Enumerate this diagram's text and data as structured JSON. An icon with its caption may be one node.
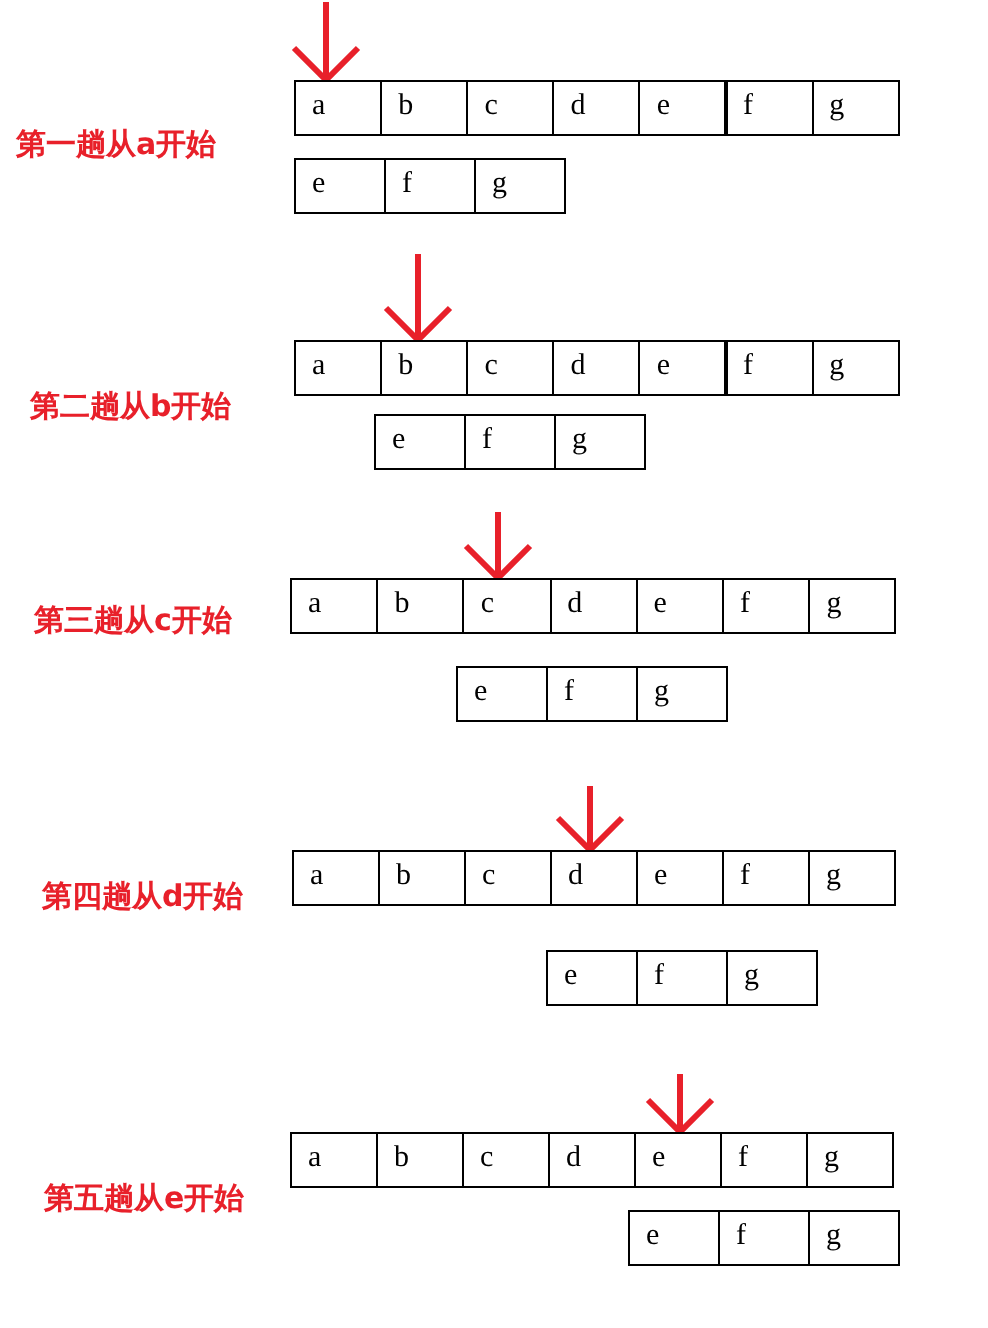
{
  "diagram": {
    "nodes": [
      {
        "text": [
          "a"
        ]
      },
      {
        "text": [
          "b"
        ]
      },
      {
        "text": [
          "c"
        ]
      },
      {
        "text": [
          "d"
        ]
      },
      {
        "text": [
          "e"
        ]
      },
      {
        "text": [
          "f"
        ]
      },
      {
        "text": [
          "g"
        ]
      },
      {
        "text": [
          "e"
        ]
      },
      {
        "text": [
          "f"
        ]
      },
      {
        "text": [
          "g"
        ]
      },
      {
        "text": [
          "a"
        ]
      },
      {
        "text": [
          "b"
        ]
      },
      {
        "text": [
          "c"
        ]
      },
      {
        "text": [
          "d"
        ]
      },
      {
        "text": [
          "e"
        ]
      },
      {
        "text": [
          "f"
        ]
      },
      {
        "text": [
          "g"
        ]
      },
      {
        "text": [
          "e"
        ]
      },
      {
        "text": [
          "f"
        ]
      },
      {
        "text": [
          "g"
        ]
      },
      {
        "text": [
          "a"
        ]
      },
      {
        "text": [
          "b"
        ]
      },
      {
        "text": [
          "c"
        ]
      },
      {
        "text": [
          "d"
        ]
      },
      {
        "text": [
          "e"
        ]
      },
      {
        "text": [
          "f"
        ]
      },
      {
        "text": [
          "g"
        ]
      },
      {
        "text": [
          "e"
        ]
      },
      {
        "text": [
          "f"
        ]
      },
      {
        "text": [
          "g"
        ]
      },
      {
        "text": [
          "a"
        ]
      },
      {
        "text": [
          "b"
        ]
      },
      {
        "text": [
          "c"
        ]
      },
      {
        "text": [
          "d"
        ]
      },
      {
        "text": [
          "e"
        ]
      },
      {
        "text": [
          "f"
        ]
      },
      {
        "text": [
          "g"
        ]
      },
      {
        "text": [
          "e"
        ]
      },
      {
        "text": [
          "f"
        ]
      },
      {
        "text": [
          "g"
        ]
      },
      {
        "text": [
          "a"
        ]
      },
      {
        "text": [
          "b"
        ]
      },
      {
        "text": [
          "c"
        ]
      },
      {
        "text": [
          "d"
        ]
      },
      {
        "text": [
          "e"
        ]
      },
      {
        "text": [
          "f"
        ]
      },
      {
        "text": [
          "g"
        ]
      },
      {
        "text": [
          "e"
        ]
      },
      {
        "text": [
          "f"
        ]
      },
      {
        "text": [
          "g"
        ]
      }
    ],
    "edges": [
      {
        "from": null,
        "to": 0,
        "arrow": "to"
      },
      {
        "from": null,
        "to": 11,
        "arrow": "to"
      },
      {
        "from": null,
        "to": 22,
        "arrow": "to"
      },
      {
        "from": null,
        "to": 33,
        "arrow": "to"
      },
      {
        "from": null,
        "to": 44,
        "arrow": "to"
      }
    ],
    "labels": [
      "第一趟从a开始",
      "第二趟从b开始",
      "第三趟从c开始",
      "第四趟从d开始",
      "第五趟从e开始"
    ]
  }
}
